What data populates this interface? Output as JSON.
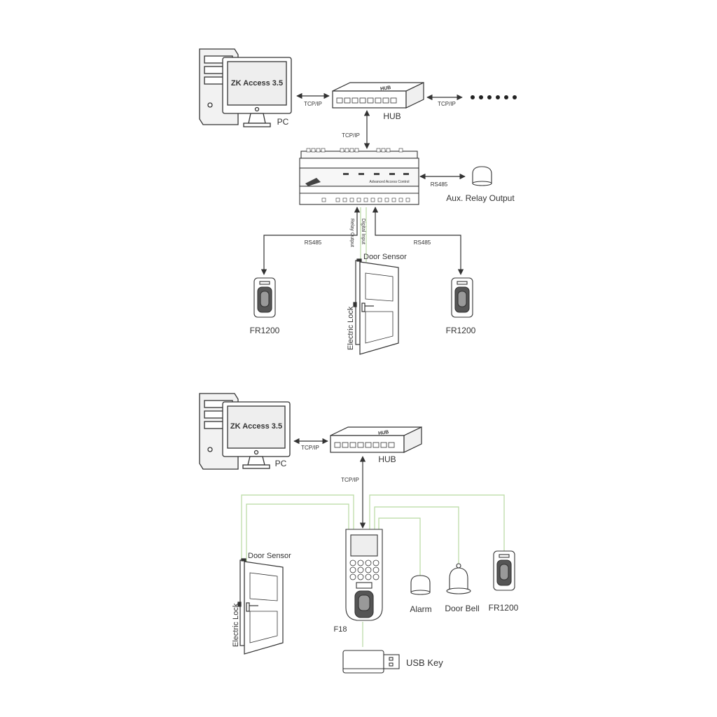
{
  "diagram1": {
    "pc_screen_text": "ZK Access 3.5",
    "pc_label": "PC",
    "hub_device_text": "HUB",
    "hub_label": "HUB",
    "link_pc_hub": "TCP/IP",
    "link_hub_more": "TCP/IP",
    "link_hub_controller": "TCP/IP",
    "controller_panel_text": "Advanced Access Control",
    "link_controller_aux": "RS485",
    "aux_label": "Aux. Relay Output",
    "link_left_reader": "RS485",
    "link_right_reader": "RS485",
    "relay_output_label": "Relay Output",
    "digital_input_label": "Digital Input",
    "door_sensor_label": "Door Sensor",
    "electric_lock_label": "Electric Lock",
    "left_reader_label": "FR1200",
    "right_reader_label": "FR1200"
  },
  "diagram2": {
    "pc_screen_text": "ZK Access 3.5",
    "pc_label": "PC",
    "hub_device_text": "HUB",
    "hub_label": "HUB",
    "link_pc_hub": "TCP/IP",
    "link_hub_f18": "TCP/IP",
    "door_sensor_label": "Door Sensor",
    "electric_lock_label": "Electric Lock",
    "f18_label": "F18",
    "alarm_label": "Alarm",
    "door_bell_label": "Door Bell",
    "reader_label": "FR1200",
    "usb_label": "USB Key"
  },
  "colors": {
    "line": "#333333",
    "wire_green": "#b7d9a1",
    "device_fill": "#ffffff",
    "screen_fill": "#eeeeee",
    "dark": "#444444"
  }
}
